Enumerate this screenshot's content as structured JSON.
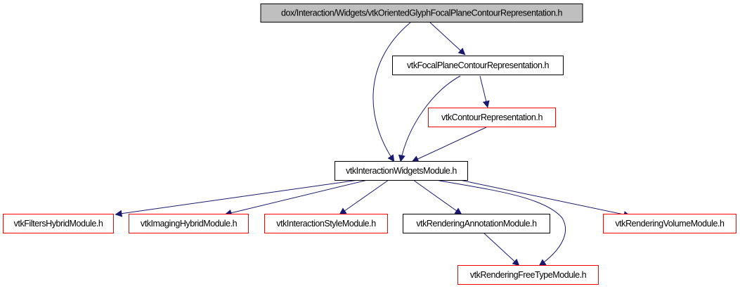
{
  "diagram": {
    "edge_color": "#191970",
    "nodes": [
      {
        "id": "root",
        "label": "dox/Interaction/Widgets/vtkOrientedGlyphFocalPlaneContourRepresentation.h",
        "style": "root",
        "border_color": "#000000",
        "fill_color": "#bfbfbf"
      },
      {
        "id": "focal",
        "label": "vtkFocalPlaneContourRepresentation.h",
        "style": "black",
        "border_color": "#000000"
      },
      {
        "id": "contour",
        "label": "vtkContourRepresentation.h",
        "style": "red",
        "border_color": "#ff0000"
      },
      {
        "id": "iwm",
        "label": "vtkInteractionWidgetsModule.h",
        "style": "black",
        "border_color": "#000000"
      },
      {
        "id": "fhm",
        "label": "vtkFiltersHybridModule.h",
        "style": "red",
        "border_color": "#ff0000"
      },
      {
        "id": "ihm",
        "label": "vtkImagingHybridModule.h",
        "style": "red",
        "border_color": "#ff0000"
      },
      {
        "id": "ism",
        "label": "vtkInteractionStyleModule.h",
        "style": "red",
        "border_color": "#ff0000"
      },
      {
        "id": "ram",
        "label": "vtkRenderingAnnotationModule.h",
        "style": "black",
        "border_color": "#000000"
      },
      {
        "id": "rvm",
        "label": "vtkRenderingVolumeModule.h",
        "style": "red",
        "border_color": "#ff0000"
      },
      {
        "id": "rft",
        "label": "vtkRenderingFreeTypeModule.h",
        "style": "red",
        "border_color": "#ff0000"
      }
    ],
    "edges": [
      {
        "from": "root",
        "to": "focal"
      },
      {
        "from": "root",
        "to": "iwm"
      },
      {
        "from": "focal",
        "to": "iwm"
      },
      {
        "from": "focal",
        "to": "contour"
      },
      {
        "from": "contour",
        "to": "iwm"
      },
      {
        "from": "iwm",
        "to": "fhm"
      },
      {
        "from": "iwm",
        "to": "ihm"
      },
      {
        "from": "iwm",
        "to": "ism"
      },
      {
        "from": "iwm",
        "to": "ram"
      },
      {
        "from": "iwm",
        "to": "rft"
      },
      {
        "from": "iwm",
        "to": "rvm"
      },
      {
        "from": "ram",
        "to": "rft"
      }
    ]
  }
}
